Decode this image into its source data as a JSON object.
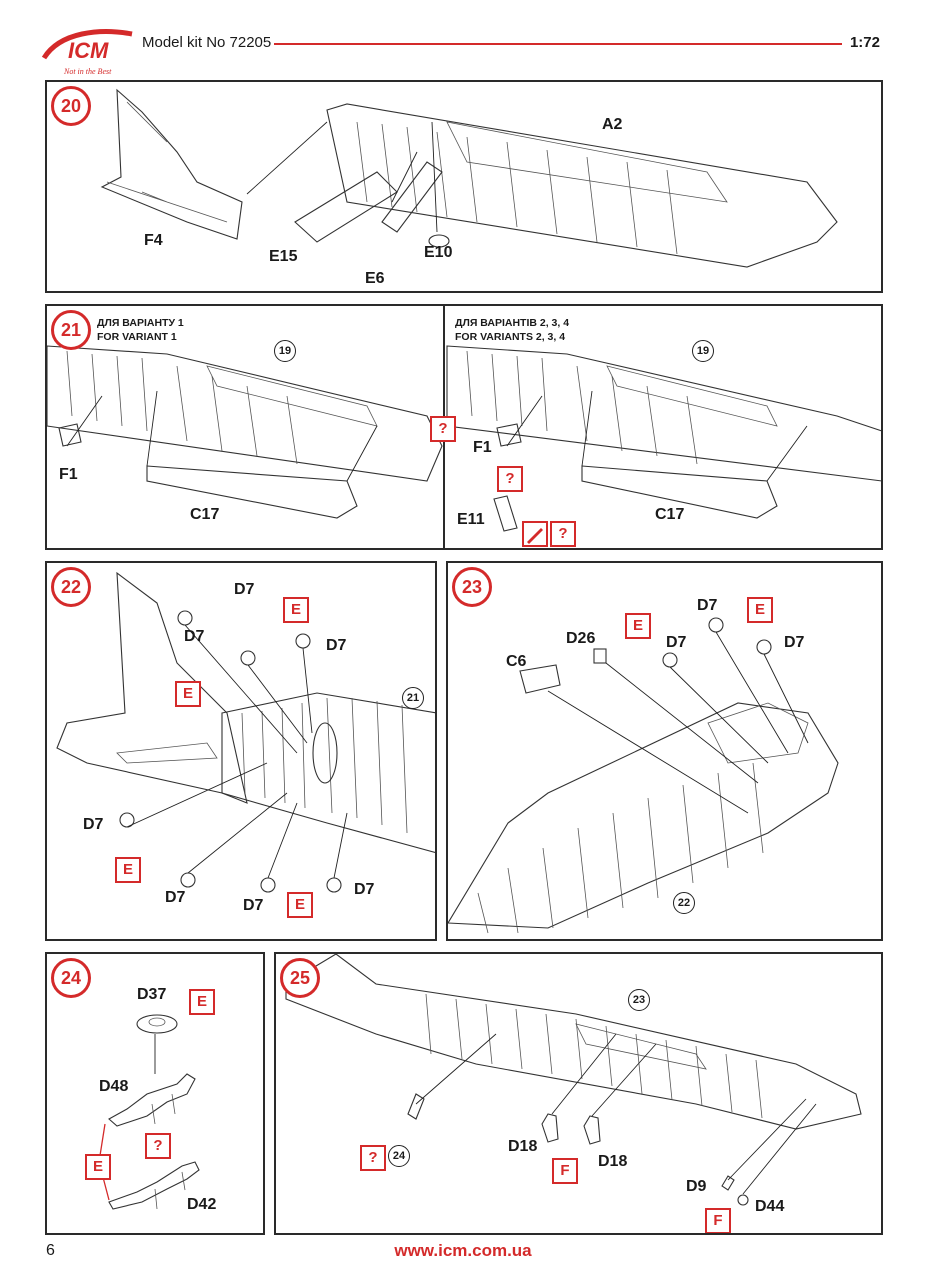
{
  "header": {
    "title": "Model kit No 72205",
    "scale": "1:72",
    "logo_text": "ICM",
    "logo_tagline": "Not in the Best"
  },
  "footer": {
    "page_number": "6",
    "url": "www.icm.com.ua"
  },
  "colors": {
    "accent": "#d42a2a",
    "line": "#2a2a2a"
  },
  "steps": {
    "s20": {
      "number": "20",
      "labels": {
        "a2": "A2",
        "f4": "F4",
        "e15": "E15",
        "e6": "E6",
        "e10": "E10"
      }
    },
    "s21": {
      "number": "21",
      "variant1_line1": "ДЛЯ ВАРІАНТУ 1",
      "variant1_line2": "FOR VARIANT 1",
      "variant234_line1": "ДЛЯ ВАРІАНТІВ 2, 3, 4",
      "variant234_line2": "FOR VARIANTS 2, 3, 4",
      "ref": "19",
      "labels": {
        "f1": "F1",
        "c17": "C17",
        "e11": "E11"
      },
      "marks": {
        "question": "?"
      }
    },
    "s22": {
      "number": "22",
      "ref": "21",
      "part": "D7",
      "mark": "E"
    },
    "s23": {
      "number": "23",
      "ref": "22",
      "labels": {
        "c6": "C6",
        "d26": "D26",
        "d7": "D7"
      },
      "mark": "E"
    },
    "s24": {
      "number": "24",
      "labels": {
        "d37": "D37",
        "d48": "D48",
        "d42": "D42"
      },
      "mark_e": "E",
      "mark_q": "?"
    },
    "s25": {
      "number": "25",
      "ref": "23",
      "subref": "24",
      "labels": {
        "d18": "D18",
        "d9": "D9",
        "d44": "D44"
      },
      "mark_f": "F",
      "mark_q": "?"
    }
  }
}
